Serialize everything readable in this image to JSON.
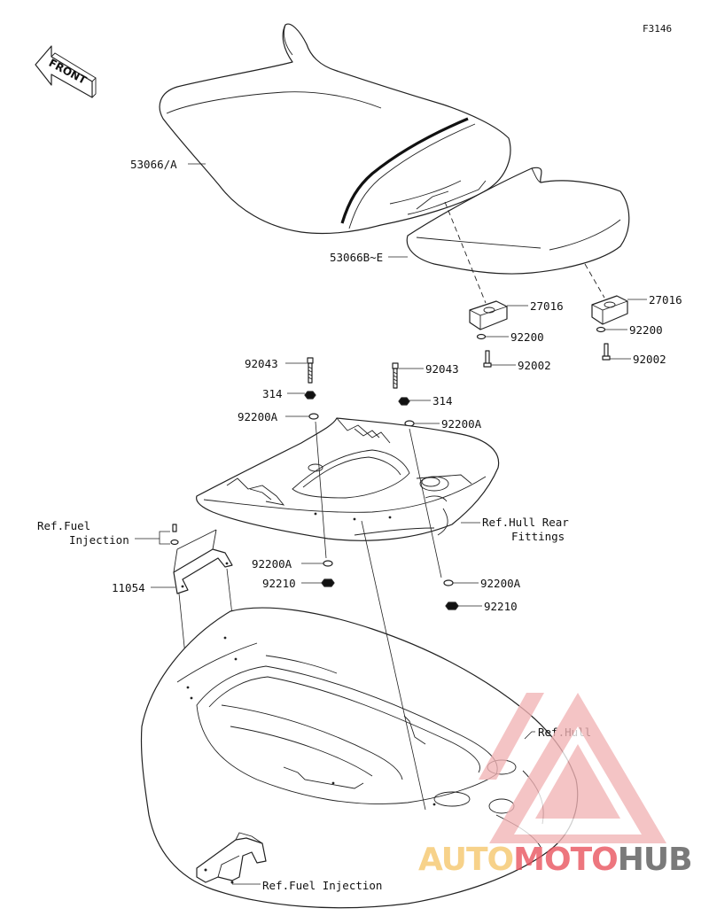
{
  "diagram_code": "F3146",
  "front_label": "FRONT",
  "labels": {
    "seat_front": "53066/A",
    "seat_rear": "53066B~E",
    "damper_left": "27016",
    "damper_right": "27016",
    "washer_left": "92200",
    "washer_right": "92200",
    "bolt_left": "92002",
    "bolt_right": "92002",
    "stud_left": "92043",
    "stud_right": "92043",
    "nut_left": "314",
    "nut_right": "314",
    "washer_a_top_left": "92200A",
    "washer_a_top_right": "92200A",
    "ref_hull_rear_line1": "Ref.Hull Rear",
    "ref_hull_rear_line2": "Fittings",
    "ref_fuel_line1": "Ref.Fuel",
    "ref_fuel_line2": "Injection",
    "bracket": "11054",
    "washer_a_low_left": "92200A",
    "washer_a_low_right": "92200A",
    "nut_low_left": "92210",
    "nut_low_right": "92210",
    "ref_hull": "Ref.Hull",
    "ref_fuel_bottom": "Ref.Fuel Injection"
  },
  "watermark": {
    "part1": "AUTO",
    "part2": "MOTO",
    "part3": "HUB",
    "color_light": "#f5c66a",
    "color_red": "#e8505b",
    "color_dark": "#555555"
  }
}
